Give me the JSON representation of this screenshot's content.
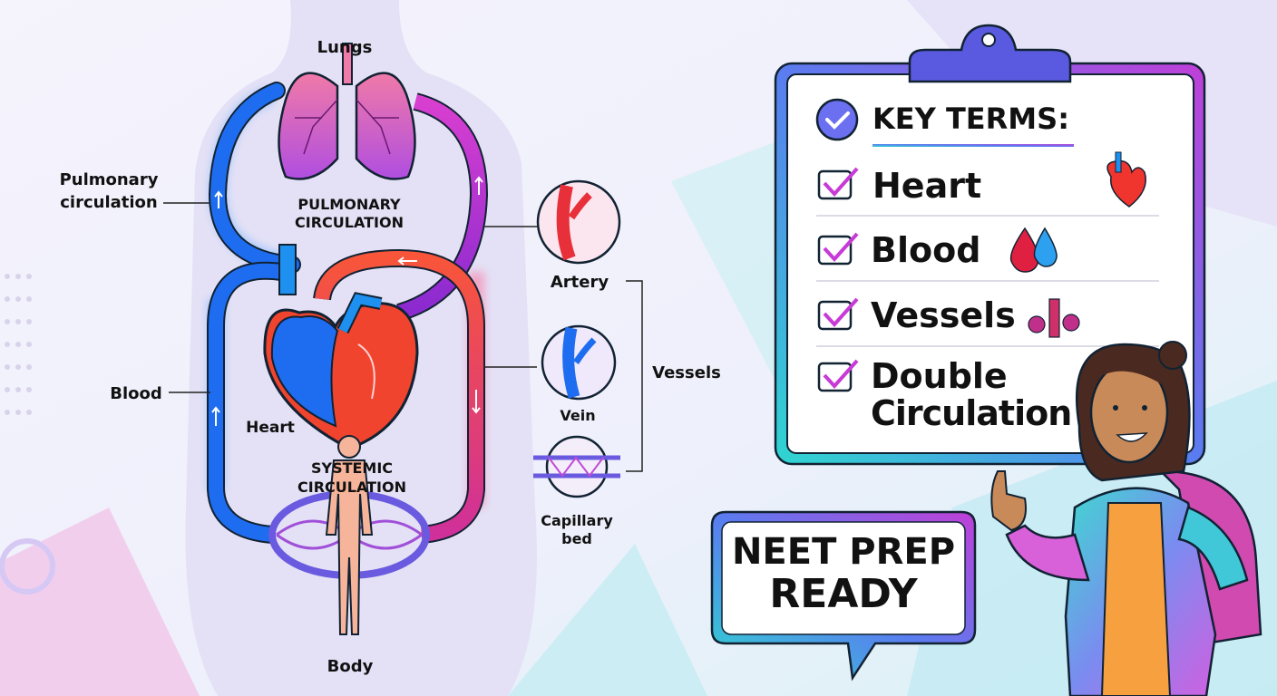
{
  "diagram": {
    "labels": {
      "lungs": "Lungs",
      "pulmonary_side_line1": "Pulmonary",
      "pulmonary_side_line2": "circulation",
      "pulmonary_center_line1": "PULMONARY",
      "pulmonary_center_line2": "CIRCULATION",
      "blood": "Blood",
      "heart": "Heart",
      "systemic_line1": "SYSTEMIC",
      "systemic_line2": "CIRCULATION",
      "body": "Body",
      "artery": "Artery",
      "vein": "Vein",
      "capillary_line1": "Capillary",
      "capillary_line2": "bed",
      "vessels": "Vessels"
    },
    "colors": {
      "deoxygenated": "#1e6df0",
      "oxygenated": "#f0342e",
      "pulmonary_vein": "#b02fd6"
    }
  },
  "clipboard": {
    "title": "KEY TERMS:",
    "items": [
      {
        "label": "Heart",
        "checked": true,
        "icon": "heart-icon"
      },
      {
        "label": "Blood",
        "checked": true,
        "icon": "blood-drops-icon"
      },
      {
        "label": "Vessels",
        "checked": true,
        "icon": "vessels-icon"
      },
      {
        "label_line1": "Double",
        "label_line2": "Circulation",
        "checked": true
      }
    ]
  },
  "speech_bubble": {
    "line1": "NEET PREP",
    "line2": "READY"
  }
}
